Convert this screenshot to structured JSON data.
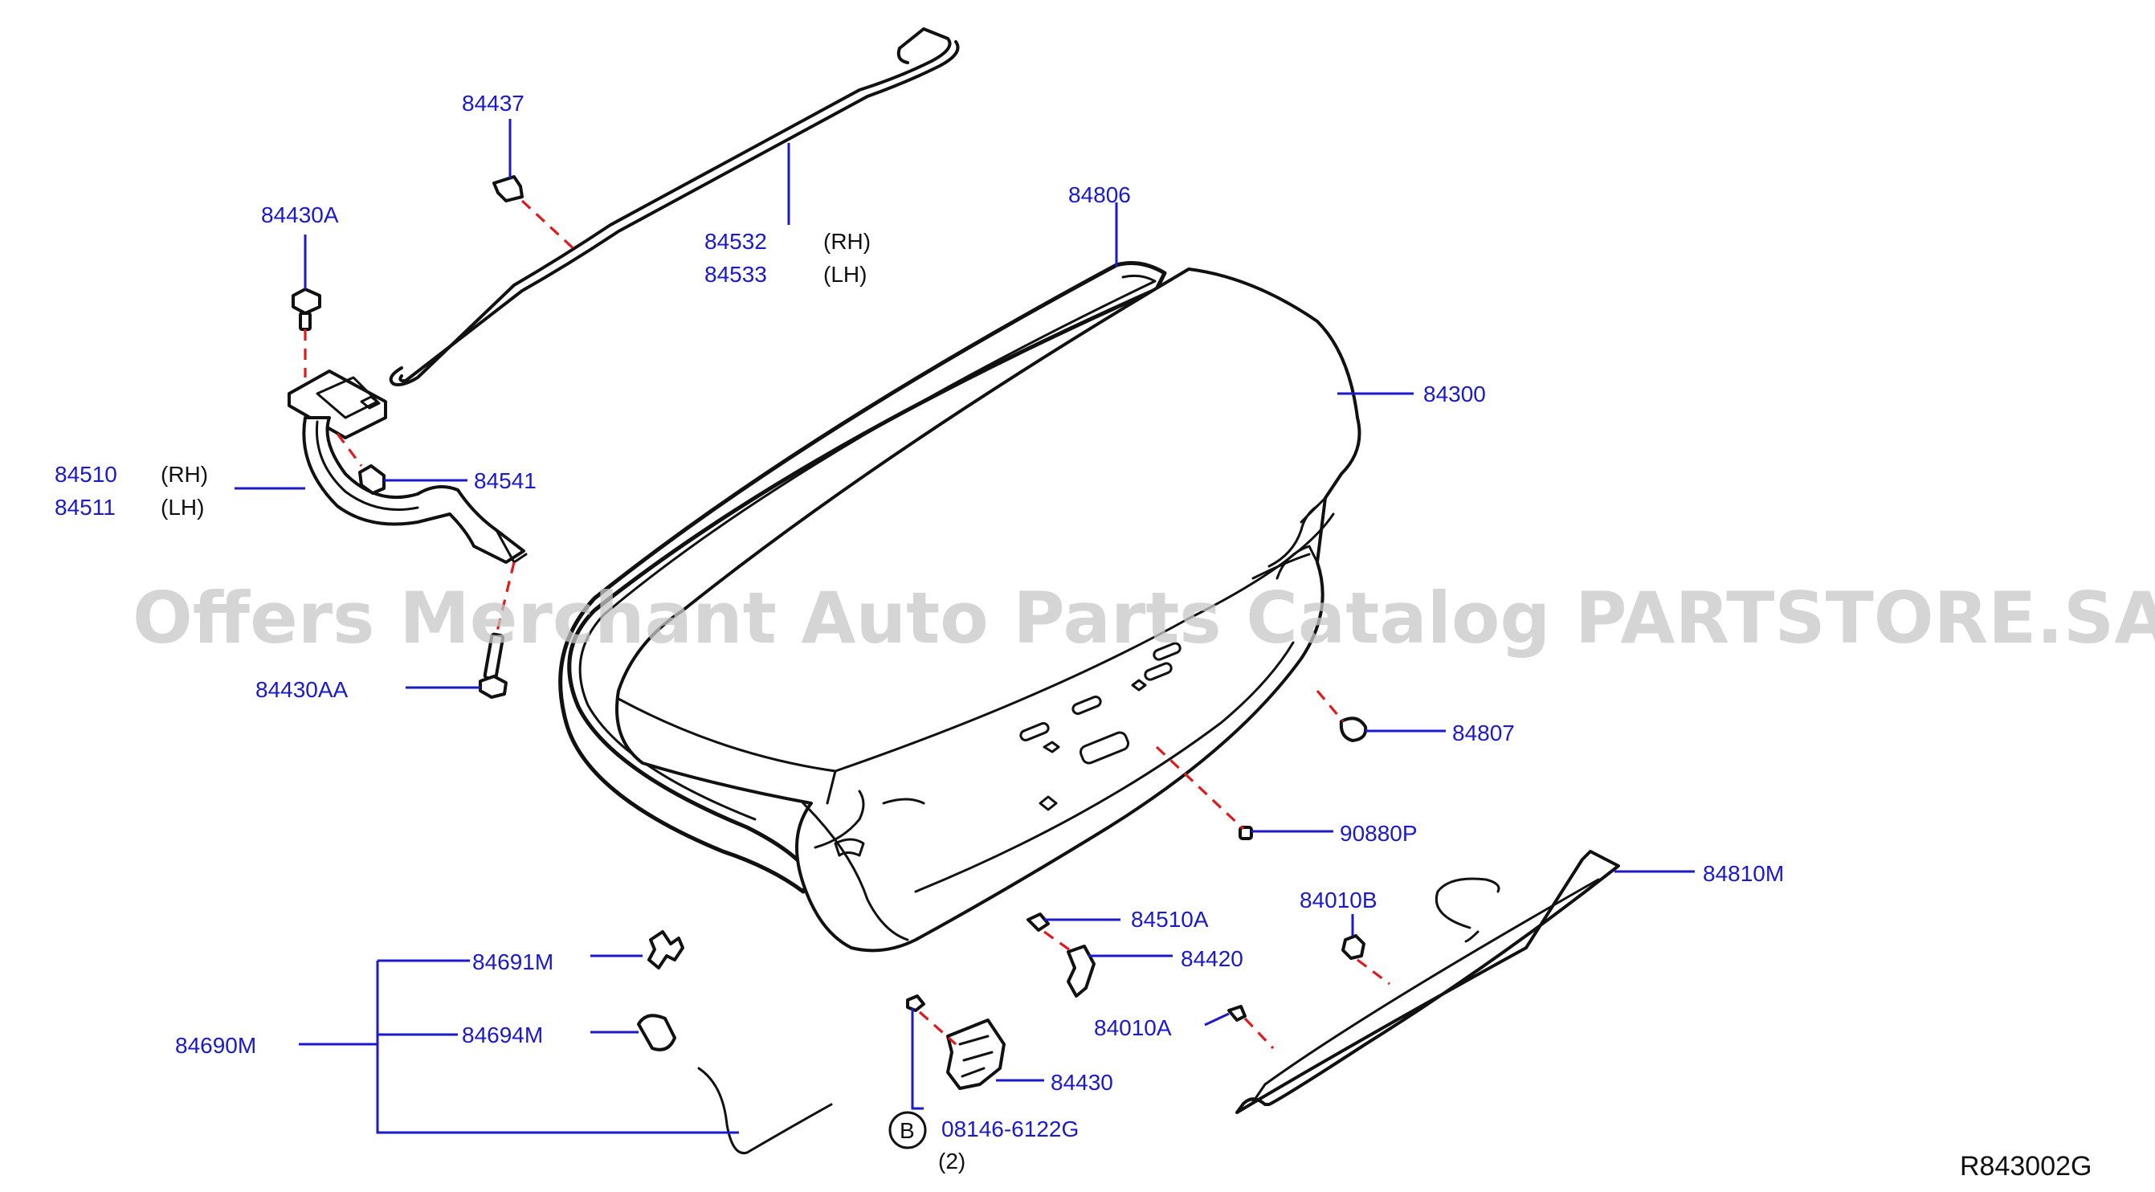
{
  "diagram_id": "R843002G",
  "watermark": "Offers Merchant Auto Parts Catalog PARTSTORE.SA",
  "colors": {
    "label": "#1a1acc",
    "dash": "#e01b1b",
    "line": "#111111",
    "watermark": "#c8c8c8"
  },
  "labels": {
    "p84437": "84437",
    "p84430A": "84430A",
    "p84532": "84532",
    "p84533": "84533",
    "rh": "(RH)",
    "lh": "(LH)",
    "p84806": "84806",
    "p84300": "84300",
    "p84510": "84510",
    "p84511": "84511",
    "p84541": "84541",
    "p84430AA": "84430AA",
    "p84807": "84807",
    "p90880P": "90880P",
    "p84810M": "84810M",
    "p84010B": "84010B",
    "p84510A": "84510A",
    "p84420": "84420",
    "p84691M": "84691M",
    "p84694M": "84694M",
    "p84690M": "84690M",
    "p84010A": "84010A",
    "p84430": "84430",
    "bolt_ref": "B",
    "p08146": "08146-6122G",
    "qty": "(2)"
  }
}
